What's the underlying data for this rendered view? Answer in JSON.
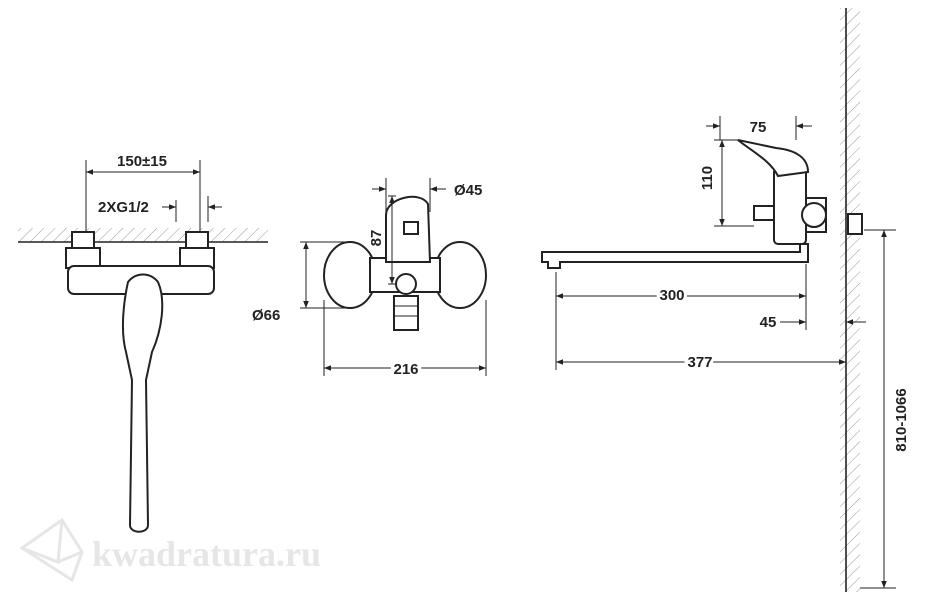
{
  "watermark": {
    "text": "kwadratura.ru"
  },
  "dimensions": {
    "inlet_spacing": "150±15",
    "thread": "2XG1/2",
    "body_diameter": "Ø45",
    "body_height": "87",
    "cap_diameter": "Ø66",
    "front_width": "216",
    "lever_length": "75",
    "lever_height": "110",
    "spout_length": "300",
    "wall_offset": "45",
    "total_reach": "377",
    "mount_height": "810-1066"
  }
}
